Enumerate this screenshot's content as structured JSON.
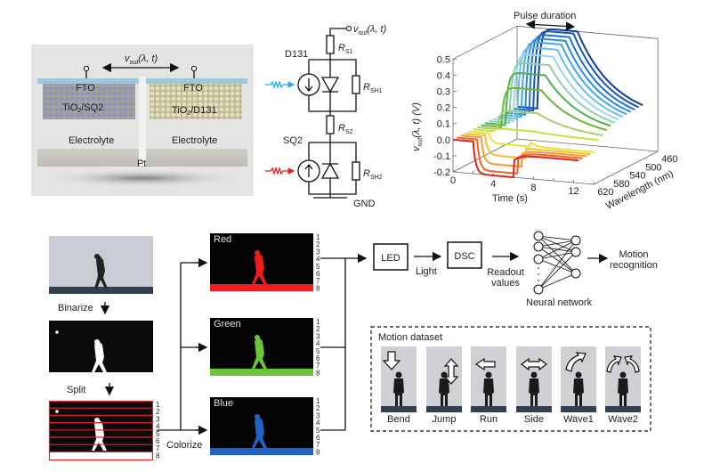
{
  "device": {
    "vout": {
      "v": "v",
      "sub": "out",
      "rest": "(λ, t)"
    },
    "fto_left": "FTO",
    "fto_right": "FTO",
    "tio_left": {
      "a": "TiO",
      "sub": "2",
      "b": "/SQ2"
    },
    "tio_right": {
      "a": "TiO",
      "sub": "2",
      "b": "/D131"
    },
    "electrolyte_left": "Electrolyte",
    "electrolyte_right": "Electrolyte",
    "pt": "Pt"
  },
  "circuit": {
    "vout": {
      "v": "v",
      "sub": "out",
      "rest": "(λ, t)"
    },
    "d131": "D131",
    "sq2": "SQ2",
    "rs1": {
      "r": "R",
      "sub": "S1"
    },
    "rsh1": {
      "r": "R",
      "sub": "SH1"
    },
    "rs2": {
      "r": "R",
      "sub": "S2"
    },
    "rsh2": {
      "r": "R",
      "sub": "SH2"
    },
    "gnd": "GND",
    "colors": {
      "blue_light": "#29a9e0",
      "red_light": "#e0201b"
    }
  },
  "chart_data": {
    "type": "line",
    "projection": "3d",
    "annotation": "Pulse duration",
    "ylabel": {
      "v": "v",
      "sub": "out",
      "rest": "(λ, t) (V)"
    },
    "xlabel": "Time (s)",
    "zlabel": "Wavelength (nm)",
    "ylim": [
      -0.2,
      0.5
    ],
    "yticks": [
      "0.5",
      "0.4",
      "0.3",
      "0.2",
      "0.1",
      "0.0",
      "-0.1",
      "-0.2"
    ],
    "xlim": [
      0,
      14
    ],
    "xticks": [
      "0",
      "4",
      "8",
      "12"
    ],
    "zticks": [
      "460",
      "500",
      "540",
      "580",
      "620"
    ],
    "pulse_on_s": 2,
    "pulse_off_s": 6,
    "series": [
      {
        "wavelength": 460,
        "peak": 0.5,
        "color": "#0b3f9a"
      },
      {
        "wavelength": 470,
        "peak": 0.5,
        "color": "#1656b0"
      },
      {
        "wavelength": 480,
        "peak": 0.49,
        "color": "#1f6fc6"
      },
      {
        "wavelength": 490,
        "peak": 0.48,
        "color": "#2b8ad8"
      },
      {
        "wavelength": 500,
        "peak": 0.47,
        "color": "#44a5e4"
      },
      {
        "wavelength": 510,
        "peak": 0.45,
        "color": "#6cbde8"
      },
      {
        "wavelength": 520,
        "peak": 0.42,
        "color": "#9dd3ea"
      },
      {
        "wavelength": 530,
        "peak": 0.38,
        "color": "#8fd0a8"
      },
      {
        "wavelength": 540,
        "peak": 0.33,
        "color": "#4caf50"
      },
      {
        "wavelength": 550,
        "peak": 0.25,
        "color": "#6ab82e"
      },
      {
        "wavelength": 560,
        "peak": 0.12,
        "color": "#a5d06a"
      },
      {
        "wavelength": 570,
        "peak": 0.02,
        "color": "#c9df3a"
      },
      {
        "wavelength": 580,
        "peak": -0.06,
        "color": "#e8e23a"
      },
      {
        "wavelength": 590,
        "peak": -0.12,
        "color": "#f5c030"
      },
      {
        "wavelength": 600,
        "peak": -0.16,
        "color": "#f59a2e"
      },
      {
        "wavelength": 610,
        "peak": -0.19,
        "color": "#ef6424"
      },
      {
        "wavelength": 620,
        "peak": -0.2,
        "color": "#e3201b"
      }
    ]
  },
  "pipeline": {
    "binarize": "Binarize",
    "split": "Split",
    "colorize": "Colorize",
    "row_numbers": [
      "1",
      "2",
      "3",
      "4",
      "5",
      "6",
      "7",
      "8"
    ],
    "channels": [
      {
        "label": "Red",
        "color": "#ee1c1c"
      },
      {
        "label": "Green",
        "color": "#6cc43a"
      },
      {
        "label": "Blue",
        "color": "#2162c8"
      }
    ],
    "led": "LED",
    "light": "Light",
    "dsc": "DSC",
    "readout": [
      "Readout",
      "values"
    ],
    "neural_network": "Neural network",
    "motion_recognition": [
      "Motion",
      "recognition"
    ]
  },
  "dataset": {
    "title": "Motion dataset",
    "items": [
      {
        "label": "Bend",
        "arrow": "down"
      },
      {
        "label": "Jump",
        "arrow": "up-down"
      },
      {
        "label": "Run",
        "arrow": "left"
      },
      {
        "label": "Side",
        "arrow": "left-right"
      },
      {
        "label": "Wave1",
        "arrow": "curved"
      },
      {
        "label": "Wave2",
        "arrow": "double-curved"
      }
    ]
  }
}
